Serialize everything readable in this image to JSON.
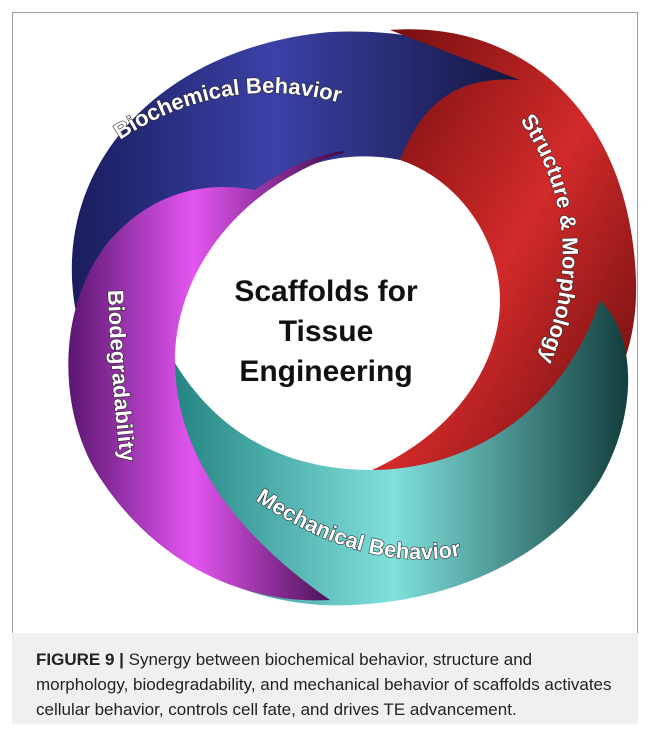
{
  "diagram": {
    "center_title_lines": [
      "Scaffolds for",
      "Tissue",
      "Engineering"
    ],
    "ribbons": {
      "top": "Biochemical Behavior",
      "right": "Structure & Morphology",
      "bottom": "Mechanical Behavior",
      "left": "Biodegradability"
    },
    "colors": {
      "top": "#2b2f86",
      "right": "#b51b1b",
      "bottom": "#3fb5b1",
      "left": "#b233c4"
    }
  },
  "caption": {
    "label": "FIGURE 9 |",
    "text": " Synergy between biochemical behavior, structure and morphology, biodegradability, and mechanical behavior of scaffolds activates cellular behavior, controls cell fate, and drives TE advancement."
  }
}
